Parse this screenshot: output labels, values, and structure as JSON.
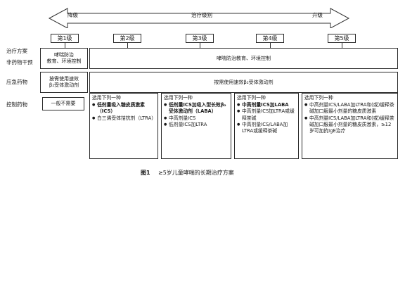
{
  "arrow": {
    "left_label": "降级",
    "center_label": "治疗级别",
    "right_label": "升级"
  },
  "levels": [
    "第1级",
    "第2级",
    "第3级",
    "第4级",
    "第5级"
  ],
  "row_labels": {
    "plan": "治疗方案",
    "nondrug": "非药物干预",
    "rescue": "应急药物",
    "control": "控制药物"
  },
  "level1": {
    "nondrug": "哮喘防治\n教育、环境控制",
    "rescue": "按需使用速效\nβ₂受体激动剂",
    "control": "一般不需要"
  },
  "shared": {
    "nondrug": "哮喘防治教育、环境控制",
    "rescue": "按需使用速效β₂受体激动剂"
  },
  "options": [
    {
      "heading": "选用下列一种",
      "items": [
        "低剂量吸入糖皮质激素（ICS）",
        "白三烯受体拮抗剂（LTRA）"
      ]
    },
    {
      "heading": "选用下列一种",
      "items": [
        "低剂量ICS加吸入型长效β₂受体激动剂（LABA）",
        "中高剂量ICS",
        "低剂量ICS加LTRA"
      ]
    },
    {
      "heading": "选用下列一种",
      "items": [
        "中高剂量ICS加LABA",
        "中高剂量ICS加LTRA或缓释茶碱",
        "中高剂量ICS/LABA加LTRA或缓释茶碱"
      ]
    },
    {
      "heading": "选用下列一种",
      "items": [
        "中高剂量ICS/LABA加LTRA和(或)缓释茶碱加口服最小剂量的糖皮质激素",
        "中高剂量ICS/LABA加LTRA和(或)缓释茶碱加口服最小剂量的糖皮质激素，≥12岁可加抗IgE治疗"
      ]
    }
  ],
  "caption": {
    "label": "图1",
    "text": "≥5岁儿童哮喘的长期治疗方案"
  }
}
